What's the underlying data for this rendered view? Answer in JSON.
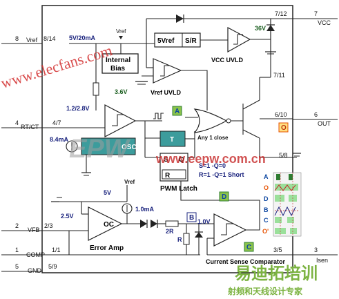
{
  "pins_left": [
    {
      "num": "8",
      "name": "Vref",
      "inner": "8/14"
    },
    {
      "num": "4",
      "name": "RT/CT",
      "inner": "4/7"
    },
    {
      "num": "2",
      "name": "VFB",
      "inner": "2/3"
    },
    {
      "num": "1",
      "name": "COMP",
      "inner": "1/1"
    },
    {
      "num": "5",
      "name": "GND",
      "inner": "5/9"
    }
  ],
  "pins_right": [
    {
      "num": "7",
      "name": "VCC",
      "inner": "7/12"
    },
    {
      "num": "6",
      "name": "OUT",
      "inner": "6/10"
    },
    {
      "num": "3",
      "name": "Isen",
      "inner": "3/5"
    }
  ],
  "inner_extra": {
    "p711": "7/11",
    "p58": "5/8"
  },
  "blocks": {
    "ref": "5Vref",
    "sr": "S/R",
    "bias1": "Internal",
    "bias2": "Bias",
    "vcc_uvlo": "VCC UVLD",
    "vref_uvlo": "Vref UVLD",
    "osc": "OSC",
    "t": "T",
    "s": "S",
    "q": "Q",
    "r": "R",
    "pwm": "PWM Latch",
    "oc": "OC",
    "erramp": "Error Amp",
    "csc": "Current Sense Comparator"
  },
  "labels": {
    "v5ma": "5V/20mA",
    "vref_top": "Vref",
    "v36": "36V",
    "v36b": "3.6V",
    "v1228": "1.2/2.8V",
    "i84": "8.4mA",
    "v5": "5V",
    "vref_mid": "Vref",
    "v25": "2.5V",
    "i1": "1.0mA",
    "r2": "2R",
    "r1": "R",
    "v1": "1.0V",
    "anyclose": "Any 1 close",
    "truth1": "S=1 -Q=0",
    "truth2": "R=1 -Q=1 Short"
  },
  "markers": [
    "A",
    "B",
    "C",
    "D",
    "O"
  ],
  "timing_labels": [
    "A",
    "O",
    "D",
    "B",
    "C",
    "O'"
  ],
  "watermarks": {
    "url1": "www.elecfans.com",
    "epw": "EPW",
    "cn": "www.eepw.com.cn",
    "brand": "易迪拓培训",
    "brand_sub": "射频和天线设计专家"
  },
  "colors": {
    "teal": "#3c9c9c",
    "green": "#9be09b",
    "navy": "#1a237e",
    "red": "#c62828"
  }
}
